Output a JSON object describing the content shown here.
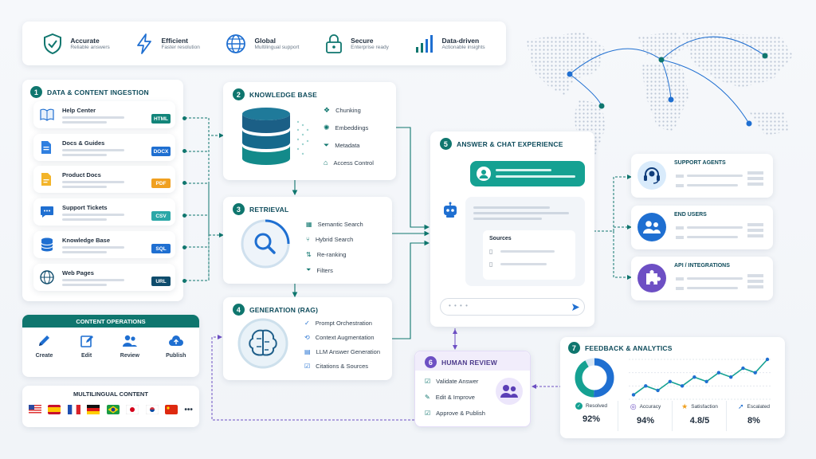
{
  "top_features": [
    {
      "title": "Accurate",
      "subtitle": "Reliable answers",
      "icon": "shield-check-icon"
    },
    {
      "title": "Efficient",
      "subtitle": "Faster resolution",
      "icon": "lightning-icon"
    },
    {
      "title": "Global",
      "subtitle": "Multilingual support",
      "icon": "globe-icon"
    },
    {
      "title": "Secure",
      "subtitle": "Enterprise ready",
      "icon": "lock-icon"
    },
    {
      "title": "Data-driven",
      "subtitle": "Actionable insights",
      "icon": "bar-chart-icon"
    }
  ],
  "ingestion": {
    "number": "1",
    "title": "DATA & CONTENT INGESTION",
    "sources": [
      {
        "label": "Help Center",
        "badge": "HTML",
        "badge_color": "#12857a"
      },
      {
        "label": "Docs & Guides",
        "badge": "DOCX",
        "badge_color": "#1f6fd1"
      },
      {
        "label": "Product Docs",
        "badge": "PDF",
        "badge_color": "#f0a020"
      },
      {
        "label": "Support Tickets",
        "badge": "CSV",
        "badge_color": "#2aa7a7"
      },
      {
        "label": "Knowledge Base",
        "badge": "SQL",
        "badge_color": "#1f6fd1"
      },
      {
        "label": "Web Pages",
        "badge": "URL",
        "badge_color": "#0f4c6c"
      }
    ]
  },
  "content_operations": {
    "title": "CONTENT OPERATIONS",
    "actions": [
      {
        "label": "Create",
        "icon": "pencil-icon"
      },
      {
        "label": "Edit",
        "icon": "edit-icon"
      },
      {
        "label": "Review",
        "icon": "users-icon"
      },
      {
        "label": "Publish",
        "icon": "cloud-upload-icon"
      }
    ]
  },
  "multilingual": {
    "title": "MULTILINGUAL CONTENT",
    "more": "•••"
  },
  "knowledge_base": {
    "number": "2",
    "title": "KNOWLEDGE BASE",
    "items": [
      "Chunking",
      "Embeddings",
      "Metadata",
      "Access Control"
    ]
  },
  "retrieval": {
    "number": "3",
    "title": "RETRIEVAL",
    "items": [
      "Semantic Search",
      "Hybrid Search",
      "Re-ranking",
      "Filters"
    ]
  },
  "generation": {
    "number": "4",
    "title": "GENERATION (RAG)",
    "items": [
      "Prompt Orchestration",
      "Context Augmentation",
      "LLM Answer Generation",
      "Citations & Sources"
    ]
  },
  "chat": {
    "number": "5",
    "title": "ANSWER & CHAT EXPERIENCE",
    "sources_label": "Sources"
  },
  "human_review": {
    "number": "6",
    "title": "HUMAN REVIEW",
    "items": [
      "Validate Answer",
      "Edit & Improve",
      "Approve & Publish"
    ]
  },
  "feedback": {
    "number": "7",
    "title": "FEEDBACK & ANALYTICS",
    "metrics": [
      {
        "label": "Resolved",
        "value": "92%",
        "icon": "check-circle-icon"
      },
      {
        "label": "Accuracy",
        "value": "94%",
        "icon": "target-icon"
      },
      {
        "label": "Satisfaction",
        "value": "4.8/5",
        "icon": "star-icon"
      },
      {
        "label": "Escalated",
        "value": "8%",
        "icon": "arrow-up-right-icon"
      }
    ]
  },
  "consumers": [
    {
      "label": "SUPPORT AGENTS",
      "icon": "headset-icon"
    },
    {
      "label": "END USERS",
      "icon": "users-icon"
    },
    {
      "label": "API / INTEGRATIONS",
      "icon": "puzzle-icon"
    }
  ],
  "chart_data": {
    "type": "line",
    "values": [
      4,
      6,
      5,
      7,
      6,
      8,
      7,
      9,
      8,
      10,
      9,
      12
    ],
    "donut_fraction": 0.92
  },
  "colors": {
    "teal": "#0f766e",
    "purple": "#6d4fc4",
    "blue": "#1f6fd1"
  }
}
